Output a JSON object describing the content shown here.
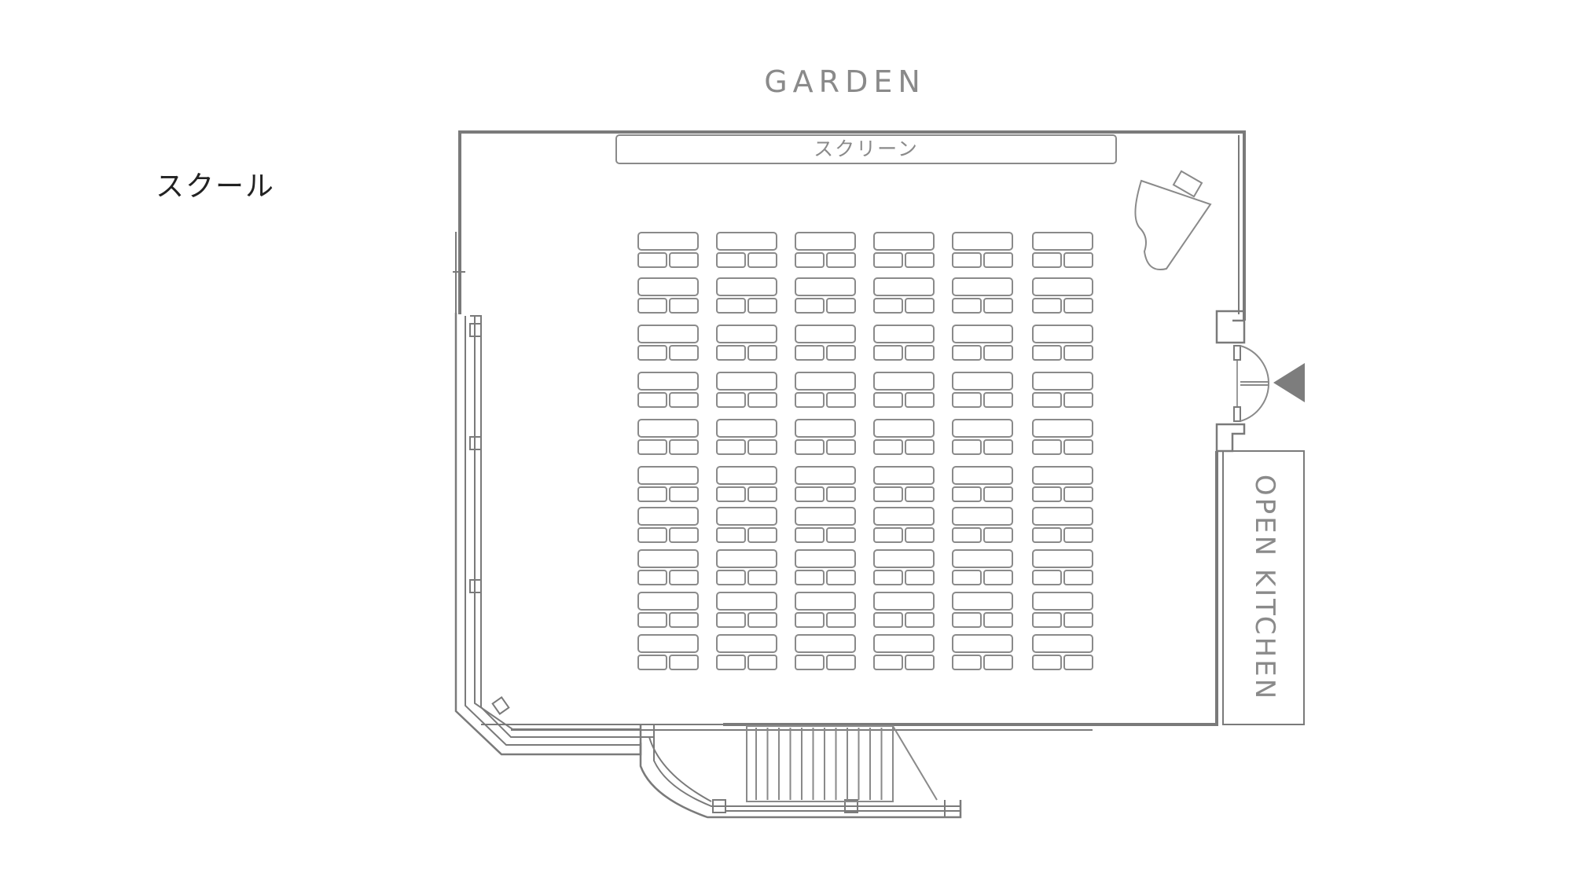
{
  "layout_title": "スクール",
  "labels": {
    "garden": "GARDEN",
    "screen": "スクリーン",
    "kitchen": "OPEN KITCHEN"
  },
  "seating": {
    "arrangement": "school",
    "columns": 6,
    "rows": 10,
    "seats_per_desk": 2
  },
  "colors": {
    "line": "#8a8a8a",
    "wall": "#7a7a7a",
    "label": "#8a8a8a",
    "title": "#222222",
    "arrow": "#7d7d7d"
  },
  "icons": [
    "grand-piano-icon",
    "entrance-arrow-icon",
    "double-door-icon",
    "staircase-icon"
  ]
}
